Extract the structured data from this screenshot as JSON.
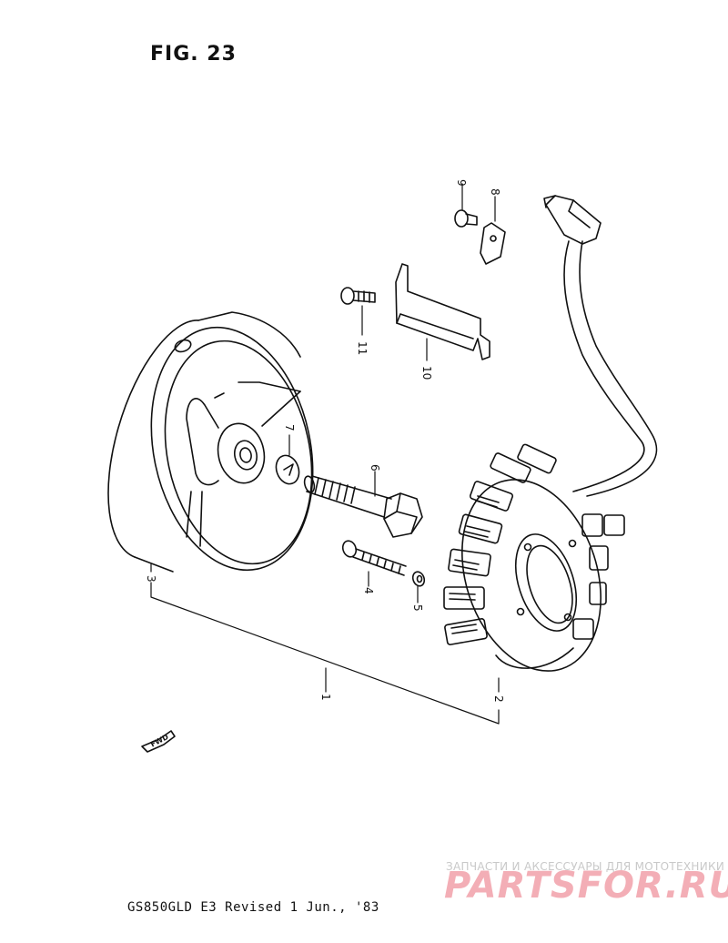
{
  "figure": {
    "title": "FIG. 23"
  },
  "callouts": {
    "c1": "1",
    "c2": "2",
    "c3": "3",
    "c4": "4",
    "c5": "5",
    "c6": "6",
    "c7": "7",
    "c8": "8",
    "c9": "9",
    "c10": "10",
    "c11": "11"
  },
  "fwd_label": "FWD",
  "footer": {
    "text": "GS850GLD E3 Revised 1 Jun., '83"
  },
  "watermark": {
    "tagline": "ЗАПЧАСТИ И АКСЕССУАРЫ ДЛЯ МОТОТЕХНИКИ",
    "logo": "PARTSFOR.RU",
    "color": "#e8606f"
  }
}
